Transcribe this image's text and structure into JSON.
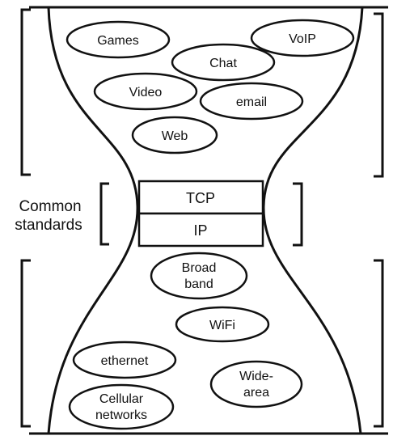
{
  "diagram": {
    "side_label_line1": "Common",
    "side_label_line2": "standards",
    "waist": {
      "tcp": "TCP",
      "ip": "IP"
    },
    "applications": [
      "Games",
      "VoIP",
      "Chat",
      "Video",
      "email",
      "Web"
    ],
    "networks": {
      "broadband": [
        "Broad",
        "band"
      ],
      "wifi": "WiFi",
      "ethernet": "ethernet",
      "widearea": [
        "Wide-",
        "area"
      ],
      "cellular": [
        "Cellular",
        "networks"
      ]
    }
  }
}
